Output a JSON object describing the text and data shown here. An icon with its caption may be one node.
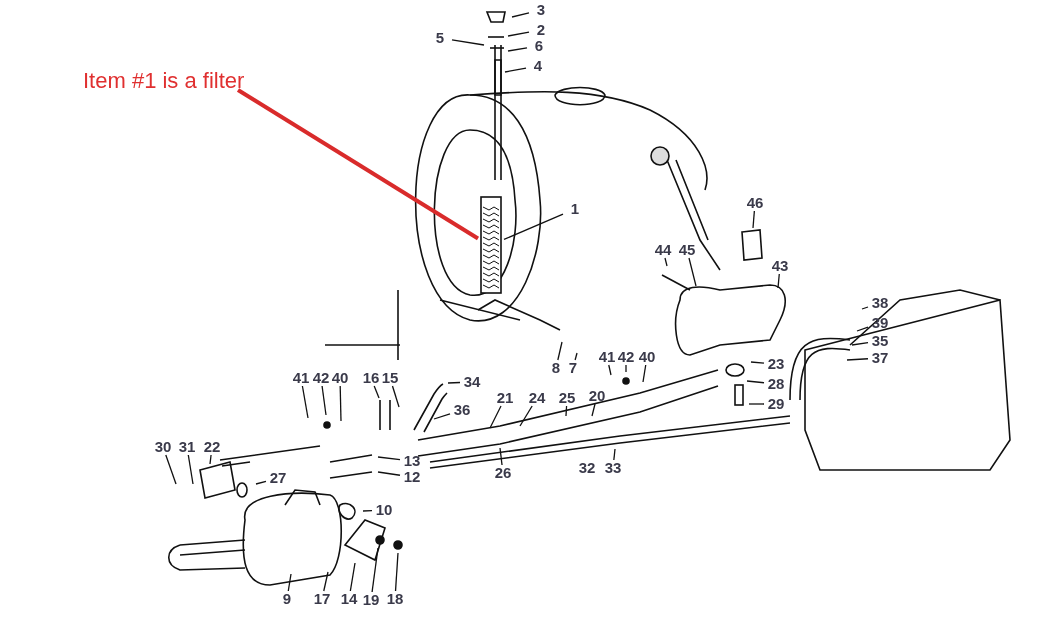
{
  "diagram": {
    "nodes": [
      {
        "text": [
          "Item #1 is a filter"
        ]
      },
      {
        "text": [],
        "shape": "picture"
      },
      {
        "text": [
          "3"
        ]
      },
      {
        "text": [
          "2"
        ]
      },
      {
        "text": [
          "5"
        ]
      },
      {
        "text": [
          "6"
        ]
      },
      {
        "text": [
          "4"
        ]
      },
      {
        "text": [
          "1"
        ]
      },
      {
        "text": [
          "46"
        ]
      },
      {
        "text": [
          "44"
        ]
      },
      {
        "text": [
          "45"
        ]
      },
      {
        "text": [
          "43"
        ]
      },
      {
        "text": [
          "38"
        ]
      },
      {
        "text": [
          "39"
        ]
      },
      {
        "text": [
          "35"
        ]
      },
      {
        "text": [
          "37"
        ]
      },
      {
        "text": [
          "8"
        ]
      },
      {
        "text": [
          "7"
        ]
      },
      {
        "text": [
          "41"
        ]
      },
      {
        "text": [
          "42"
        ]
      },
      {
        "text": [
          "40"
        ]
      },
      {
        "text": [
          "23"
        ]
      },
      {
        "text": [
          "28"
        ]
      },
      {
        "text": [
          "29"
        ]
      },
      {
        "text": [
          "41"
        ]
      },
      {
        "text": [
          "42"
        ]
      },
      {
        "text": [
          "40"
        ]
      },
      {
        "text": [
          "16"
        ]
      },
      {
        "text": [
          "15"
        ]
      },
      {
        "text": [
          "34"
        ]
      },
      {
        "text": [
          "36"
        ]
      },
      {
        "text": [
          "21"
        ]
      },
      {
        "text": [
          "24"
        ]
      },
      {
        "text": [
          "25"
        ]
      },
      {
        "text": [
          "20"
        ]
      },
      {
        "text": [
          "30"
        ]
      },
      {
        "text": [
          "31"
        ]
      },
      {
        "text": [
          "22"
        ]
      },
      {
        "text": [
          "27"
        ]
      },
      {
        "text": [
          "13"
        ]
      },
      {
        "text": [
          "12"
        ]
      },
      {
        "text": [
          "26"
        ]
      },
      {
        "text": [
          "33"
        ]
      },
      {
        "text": [
          "10"
        ]
      },
      {
        "text": [
          "9"
        ]
      },
      {
        "text": [
          "17"
        ]
      },
      {
        "text": [
          "14"
        ]
      },
      {
        "text": [
          "19"
        ]
      },
      {
        "text": [
          "18"
        ]
      }
    ],
    "edges": [
      {
        "from": 0,
        "to": 1,
        "arrow": "none",
        "style": "thick",
        "color": "#d92b2b"
      },
      {
        "from": 2,
        "to": null,
        "arrow": "none"
      },
      {
        "from": 3,
        "to": null,
        "arrow": "none"
      },
      {
        "from": 4,
        "to": null,
        "arrow": "none"
      },
      {
        "from": 5,
        "to": null,
        "arrow": "none"
      },
      {
        "from": 6,
        "to": null,
        "arrow": "none"
      },
      {
        "from": 7,
        "to": 1,
        "arrow": "none"
      },
      {
        "from": 8,
        "to": null,
        "arrow": "none"
      },
      {
        "from": 9,
        "to": null,
        "arrow": "none"
      },
      {
        "from": 10,
        "to": null,
        "arrow": "none"
      },
      {
        "from": 11,
        "to": null,
        "arrow": "none"
      },
      {
        "from": 12,
        "to": null,
        "arrow": "none"
      },
      {
        "from": 13,
        "to": null,
        "arrow": "none"
      },
      {
        "from": 14,
        "to": null,
        "arrow": "none"
      },
      {
        "from": 15,
        "to": null,
        "arrow": "none"
      },
      {
        "from": 16,
        "to": null,
        "arrow": "none"
      },
      {
        "from": 17,
        "to": null,
        "arrow": "none"
      },
      {
        "from": 18,
        "to": null,
        "arrow": "none"
      },
      {
        "from": 19,
        "to": null,
        "arrow": "none"
      },
      {
        "from": 20,
        "to": null,
        "arrow": "none"
      },
      {
        "from": 21,
        "to": null,
        "arrow": "none"
      },
      {
        "from": 22,
        "to": null,
        "arrow": "none"
      },
      {
        "from": 23,
        "to": null,
        "arrow": "none"
      },
      {
        "from": 24,
        "to": null,
        "arrow": "none"
      },
      {
        "from": 25,
        "to": null,
        "arrow": "none"
      },
      {
        "from": 26,
        "to": null,
        "arrow": "none"
      },
      {
        "from": 27,
        "to": null,
        "arrow": "none"
      },
      {
        "from": 28,
        "to": null,
        "arrow": "none"
      },
      {
        "from": 29,
        "to": null,
        "arrow": "none"
      },
      {
        "from": 30,
        "to": null,
        "arrow": "none"
      },
      {
        "from": 31,
        "to": null,
        "arrow": "none"
      },
      {
        "from": 32,
        "to": null,
        "arrow": "none"
      },
      {
        "from": 33,
        "to": null,
        "arrow": "none"
      },
      {
        "from": 34,
        "to": null,
        "arrow": "none"
      },
      {
        "from": 35,
        "to": null,
        "arrow": "none"
      },
      {
        "from": 36,
        "to": null,
        "arrow": "none"
      },
      {
        "from": 37,
        "to": null,
        "arrow": "none"
      },
      {
        "from": 38,
        "to": null,
        "arrow": "none"
      },
      {
        "from": 39,
        "to": null,
        "arrow": "none"
      },
      {
        "from": 40,
        "to": null,
        "arrow": "none"
      },
      {
        "from": 41,
        "to": null,
        "arrow": "none"
      },
      {
        "from": 42,
        "to": null,
        "arrow": "none"
      },
      {
        "from": 43,
        "to": null,
        "arrow": "none"
      },
      {
        "from": 44,
        "to": null,
        "arrow": "none"
      },
      {
        "from": 45,
        "to": null,
        "arrow": "none"
      },
      {
        "from": 46,
        "to": null,
        "arrow": "none"
      },
      {
        "from": 47,
        "to": null,
        "arrow": "none"
      },
      {
        "from": 48,
        "to": null,
        "arrow": "none"
      }
    ],
    "labels": [
      "32"
    ]
  }
}
